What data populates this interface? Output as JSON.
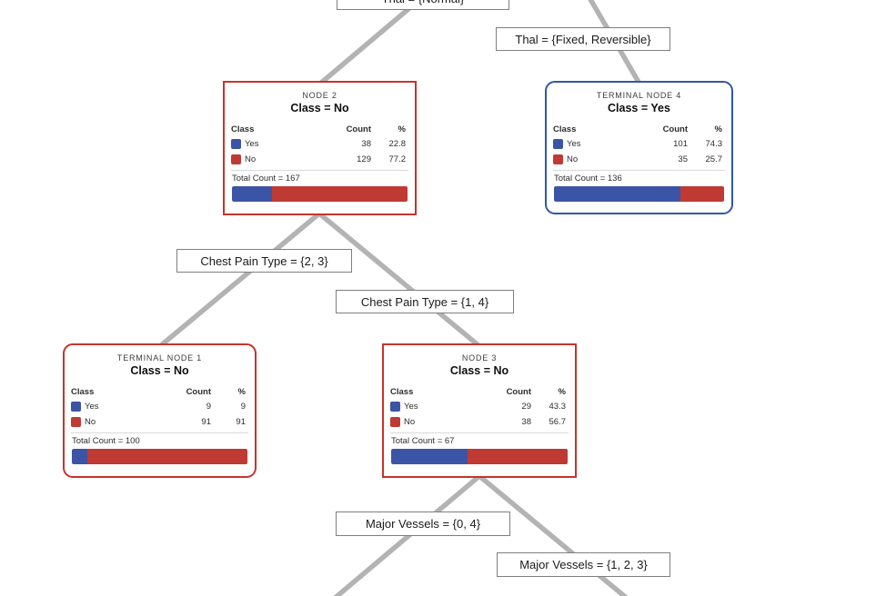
{
  "colors": {
    "yes_blue": "#3b54a5",
    "no_red": "#bf3a33",
    "node_border_red": "#c5342c",
    "node_border_blue": "#3058a8",
    "edge_gray": "#b3b3b3"
  },
  "table_headers": {
    "class": "Class",
    "count": "Count",
    "pct": "%"
  },
  "root_label": "Thal = {Normal}",
  "edge_labels": [
    {
      "text": "Thal = {Fixed, Reversible}"
    },
    {
      "text": "Chest Pain Type = {2, 3}"
    },
    {
      "text": "Chest Pain Type = {1, 4}"
    },
    {
      "text": "Major Vessels = {0, 4}"
    },
    {
      "text": "Major Vessels = {1, 2, 3}"
    }
  ],
  "nodes": [
    {
      "id": "node-2",
      "title": "NODE 2",
      "class_label": "Class = No",
      "terminal": false,
      "rows": [
        {
          "label": "Yes",
          "count": "38",
          "pct": "22.8"
        },
        {
          "label": "No",
          "count": "129",
          "pct": "77.2"
        }
      ],
      "total_label": "Total Count = 167",
      "yes_pct": 22.8
    },
    {
      "id": "terminal-node-4",
      "title": "TERMINAL NODE 4",
      "class_label": "Class = Yes",
      "terminal": true,
      "rows": [
        {
          "label": "Yes",
          "count": "101",
          "pct": "74.3"
        },
        {
          "label": "No",
          "count": "35",
          "pct": "25.7"
        }
      ],
      "total_label": "Total Count = 136",
      "yes_pct": 74.3
    },
    {
      "id": "terminal-node-1",
      "title": "TERMINAL NODE 1",
      "class_label": "Class = No",
      "terminal": true,
      "rows": [
        {
          "label": "Yes",
          "count": "9",
          "pct": "9"
        },
        {
          "label": "No",
          "count": "91",
          "pct": "91"
        }
      ],
      "total_label": "Total Count = 100",
      "yes_pct": 9
    },
    {
      "id": "node-3",
      "title": "NODE 3",
      "class_label": "Class = No",
      "terminal": false,
      "rows": [
        {
          "label": "Yes",
          "count": "29",
          "pct": "43.3"
        },
        {
          "label": "No",
          "count": "38",
          "pct": "56.7"
        }
      ],
      "total_label": "Total Count = 67",
      "yes_pct": 43.3
    }
  ]
}
